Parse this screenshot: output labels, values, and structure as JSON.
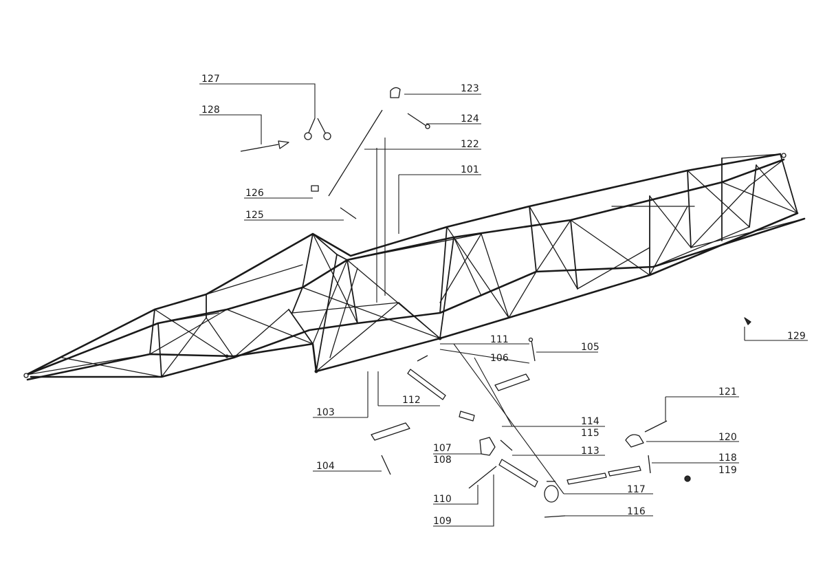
{
  "callouts": {
    "p101": "101",
    "p103": "103",
    "p104": "104",
    "p105": "105",
    "p106": "106",
    "p107": "107",
    "p108": "108",
    "p109": "109",
    "p110": "110",
    "p111": "111",
    "p112": "112",
    "p113": "113",
    "p114": "114",
    "p115": "115",
    "p116": "116",
    "p117": "117",
    "p118": "118",
    "p119": "119",
    "p120": "120",
    "p121": "121",
    "p122": "122",
    "p123": "123",
    "p124": "124",
    "p125": "125",
    "p126": "126",
    "p127": "127",
    "p128": "128",
    "p129": "129"
  },
  "icons": {
    "main_frame": "tubular-space-frame-drawing",
    "parts": "exploded-part-sketches"
  },
  "colors": {
    "ink": "#1a1a1a",
    "paper": "#ffffff"
  }
}
